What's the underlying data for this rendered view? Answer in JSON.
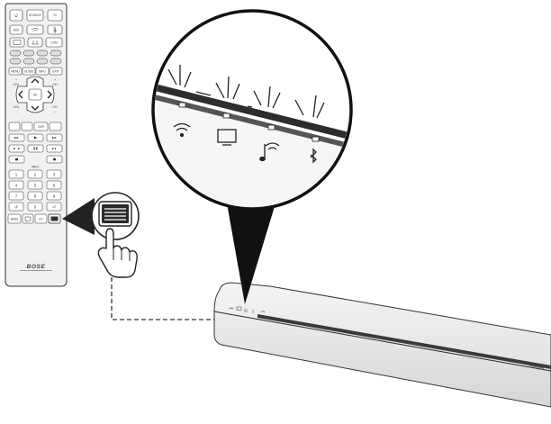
{
  "remote": {
    "brand": "BOSE",
    "keys": {
      "power": "⏻",
      "source": "SOURCE",
      "tv_power": "TV",
      "aux": "AUX",
      "ch_plus": "+",
      "vol_plus": "+",
      "vol_label": "VOL",
      "ch_label": "CH",
      "vol_minus": "−",
      "ch_minus": "−",
      "ok": "OK",
      "info": "INFO",
      "dvr": "DVR",
      "num": [
        "1",
        "2",
        "3",
        "4",
        "5",
        "6",
        "7",
        "8",
        "9",
        "0"
      ],
      "dash": "-",
      "bass": "BASS",
      "cc": "CC",
      "menu_row": [
        "MENU",
        "GUIDE",
        "INFO",
        "EXIT"
      ]
    }
  },
  "magnifier": {
    "indicator_icons": [
      "wifi-icon",
      "tv-icon",
      "music-wifi-icon",
      "bluetooth-icon"
    ]
  },
  "callout": {
    "button_icon": "settings-menu-icon",
    "pointer_icon": "hand-pointer-icon"
  }
}
